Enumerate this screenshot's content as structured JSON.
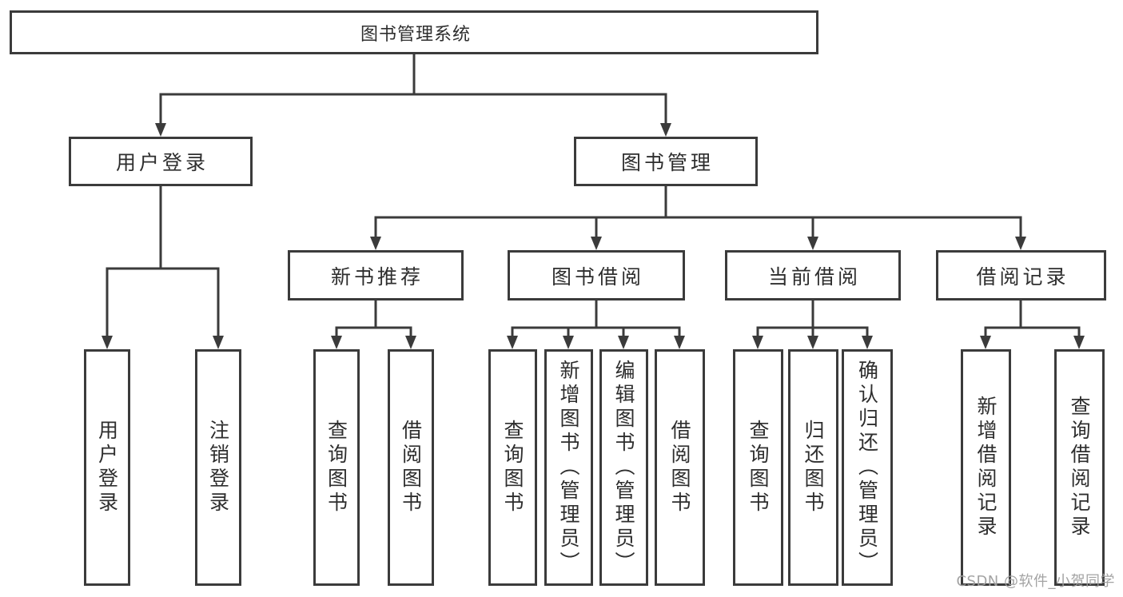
{
  "diagram_type": "hierarchy-tree",
  "colors": {
    "line": "#3b3b3b",
    "box_border": "#3b3b3b",
    "text": "#2e2e2e",
    "background": "#ffffff",
    "watermark": "#9e9e9e"
  },
  "tree": {
    "label": "图书管理系统",
    "children": [
      {
        "label": "用户登录",
        "children": [
          {
            "label": "用户登录"
          },
          {
            "label": "注销登录"
          }
        ]
      },
      {
        "label": "图书管理",
        "children": [
          {
            "label": "新书推荐",
            "children": [
              {
                "label": "查询图书"
              },
              {
                "label": "借阅图书"
              }
            ]
          },
          {
            "label": "图书借阅",
            "children": [
              {
                "label": "查询图书"
              },
              {
                "label": "新增图书（管理员）"
              },
              {
                "label": "编辑图书（管理员）"
              },
              {
                "label": "借阅图书"
              }
            ]
          },
          {
            "label": "当前借阅",
            "children": [
              {
                "label": "查询图书"
              },
              {
                "label": "归还图书"
              },
              {
                "label": "确认归还（管理员）"
              }
            ]
          },
          {
            "label": "借阅记录",
            "children": [
              {
                "label": "新增借阅记录"
              },
              {
                "label": "查询借阅记录"
              }
            ]
          }
        ]
      }
    ]
  },
  "watermark": {
    "text": "CSDN @软件_小贺同学"
  }
}
